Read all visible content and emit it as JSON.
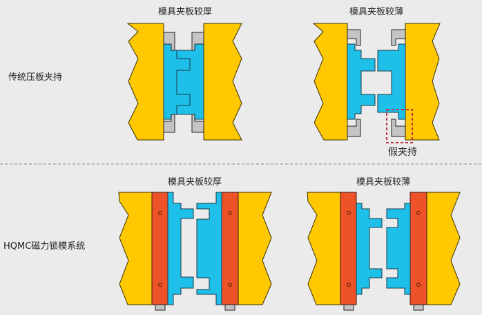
{
  "sections": {
    "traditional": {
      "label": "传统压板夹持",
      "thick_title": "模具夹板较厚",
      "thin_title": "模具夹板较薄",
      "false_clamp_label": "假夹持"
    },
    "magnetic": {
      "label": "HQMC磁力锁模系统",
      "thick_title": "模具夹板较厚",
      "thin_title": "模具夹板较薄"
    }
  },
  "colors": {
    "platen": "#ffc800",
    "mold": "#1ebfe8",
    "clamp": "#c4c4c6",
    "magnet": "#ee5228",
    "false_clamp_box": "#c0303a",
    "divider": "#888888"
  }
}
